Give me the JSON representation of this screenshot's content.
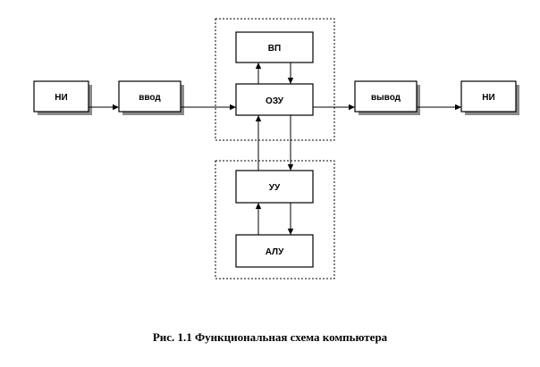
{
  "diagram": {
    "nodes": {
      "ni_in": "НИ",
      "vvod": "ввод",
      "vp": "ВП",
      "ozu": "ОЗУ",
      "vyvod": "вывод",
      "ni_out": "НИ",
      "uu": "УУ",
      "alu": "АЛУ"
    },
    "edges": [
      {
        "from": "ni_in",
        "to": "vvod"
      },
      {
        "from": "vvod",
        "to": "ozu"
      },
      {
        "from": "ozu",
        "to": "vyvod"
      },
      {
        "from": "vyvod",
        "to": "ni_out"
      },
      {
        "from": "ozu",
        "to": "vp"
      },
      {
        "from": "vp",
        "to": "ozu"
      },
      {
        "from": "ozu",
        "to": "uu"
      },
      {
        "from": "uu",
        "to": "ozu"
      },
      {
        "from": "uu",
        "to": "alu"
      },
      {
        "from": "alu",
        "to": "uu"
      }
    ]
  },
  "caption": "Рис. 1.1 Функциональная схема компьютера"
}
